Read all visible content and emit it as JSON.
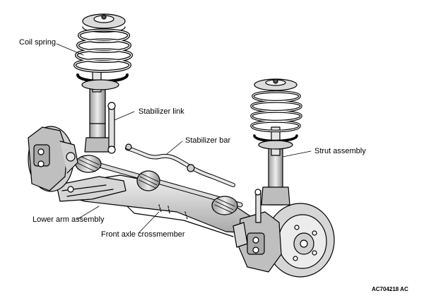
{
  "labels": {
    "coil_spring": "Coil spring",
    "stabilizer_link": "Stabilizer link",
    "stabilizer_bar": "Stabilizer bar",
    "strut_assembly": "Strut assembly",
    "lower_arm_assembly": "Lower arm assembly",
    "front_axle_crossmember": "Front axle crossmember"
  },
  "figure_code": "AC704218 AC",
  "colors": {
    "ink": "#000000",
    "shade": "#bdbdbd",
    "light": "#e2e2e2",
    "paper": "#ffffff"
  }
}
